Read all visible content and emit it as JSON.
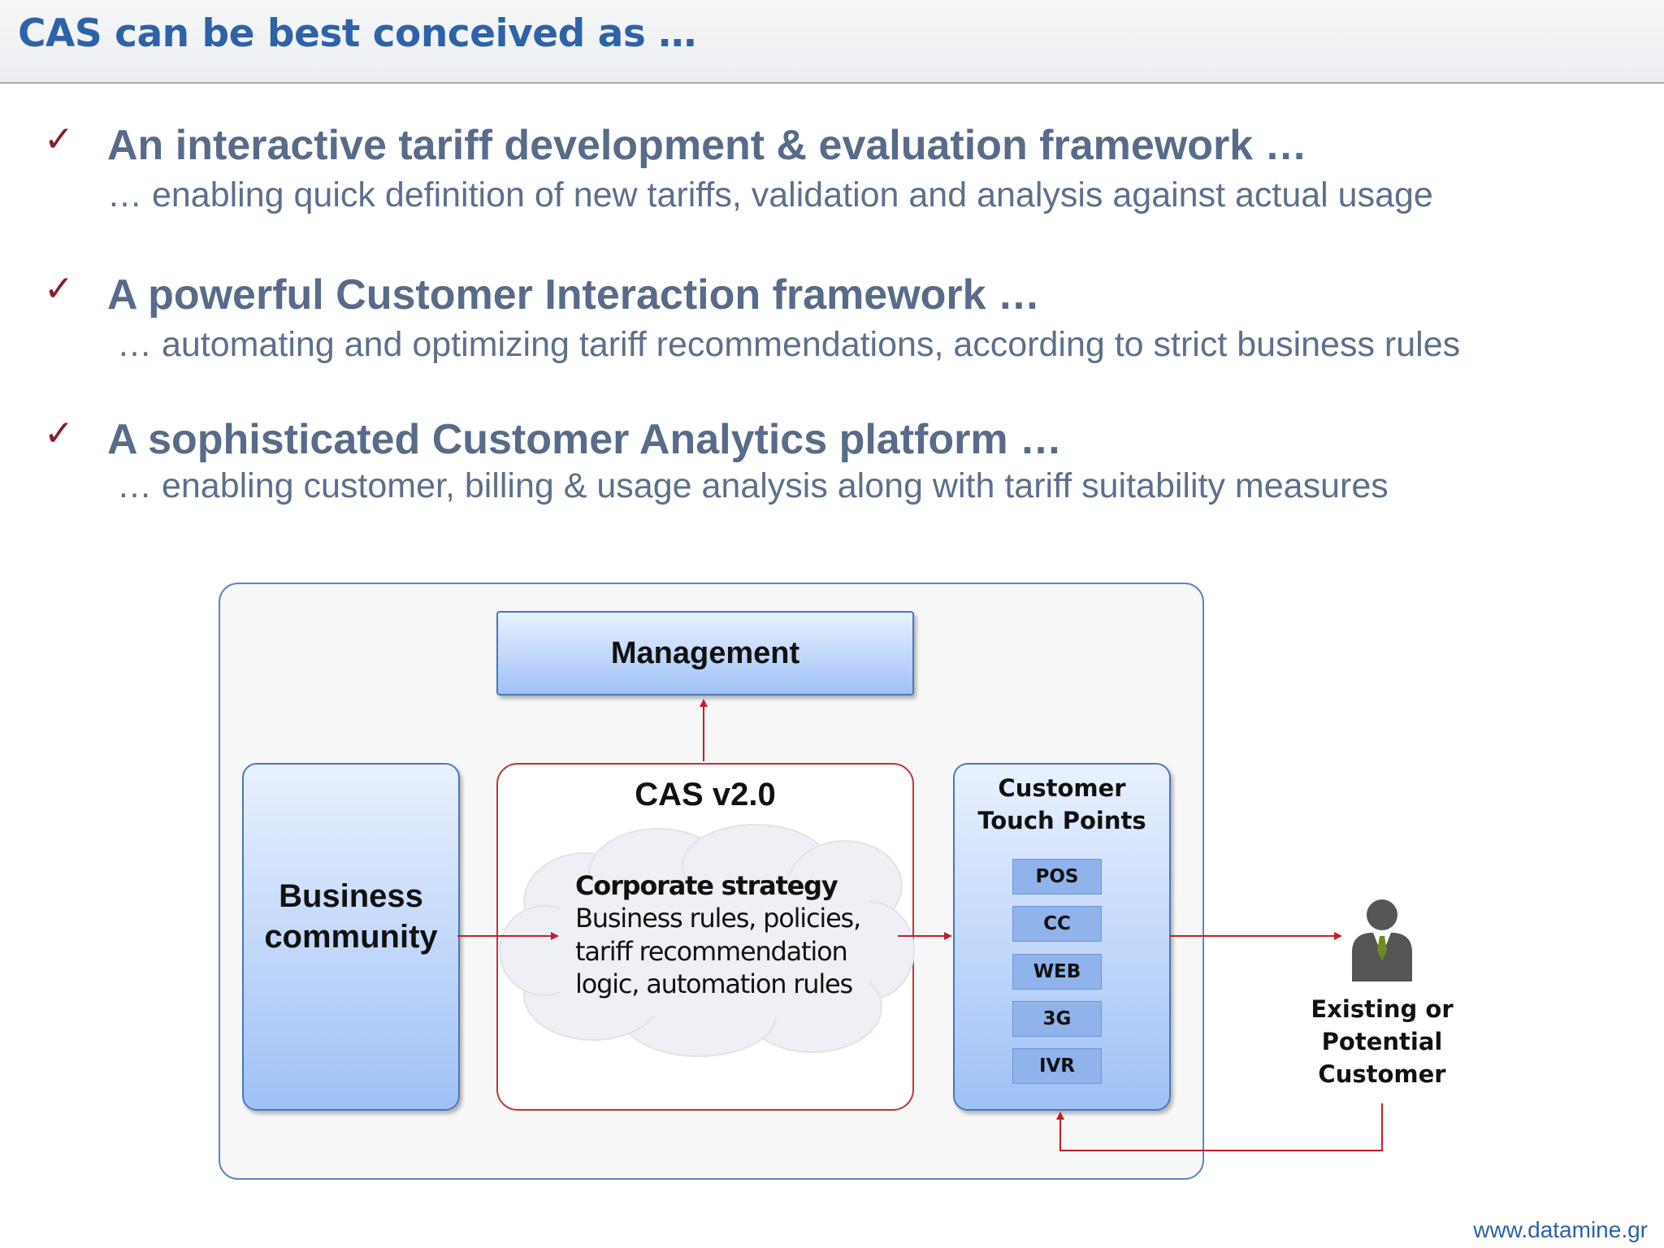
{
  "header": {
    "title": "CAS can be best conceived as …"
  },
  "bullets": [
    {
      "check": "✓",
      "title": "An interactive tariff development & evaluation framework …",
      "subtitle": "… enabling quick definition of new tariffs, validation and analysis against actual usage"
    },
    {
      "check": "✓",
      "title": "A powerful Customer Interaction framework …",
      "subtitle": "… automating and optimizing tariff recommendations, according to strict business rules"
    },
    {
      "check": "✓",
      "title": "A sophisticated Customer Analytics platform …",
      "subtitle": "… enabling customer, billing & usage analysis along with tariff suitability measures"
    }
  ],
  "diagram": {
    "management": "Management",
    "business_community_line1": "Business",
    "business_community_line2": "community",
    "cas_title": "CAS v2.0",
    "cloud": {
      "heading": "Corporate strategy",
      "line1": "Business rules, policies,",
      "line2": "tariff recommendation",
      "line3": "logic, automation rules"
    },
    "touch_points_line1": "Customer",
    "touch_points_line2": "Touch Points",
    "touch_points": [
      "POS",
      "CC",
      "WEB",
      "3G",
      "IVR"
    ],
    "customer_line1": "Existing or",
    "customer_line2": "Potential",
    "customer_line3": "Customer"
  },
  "colors": {
    "title_blue": "#2e62a8",
    "bullet_gray_blue": "#586b88",
    "check_red": "#8b1d25",
    "arrow_red": "#c0202a",
    "box_blue": "#9fc1f7"
  },
  "icons": [
    "checkmark-icon",
    "person-icon",
    "cloud-shape"
  ],
  "footer": {
    "url": "www.datamine.gr"
  }
}
